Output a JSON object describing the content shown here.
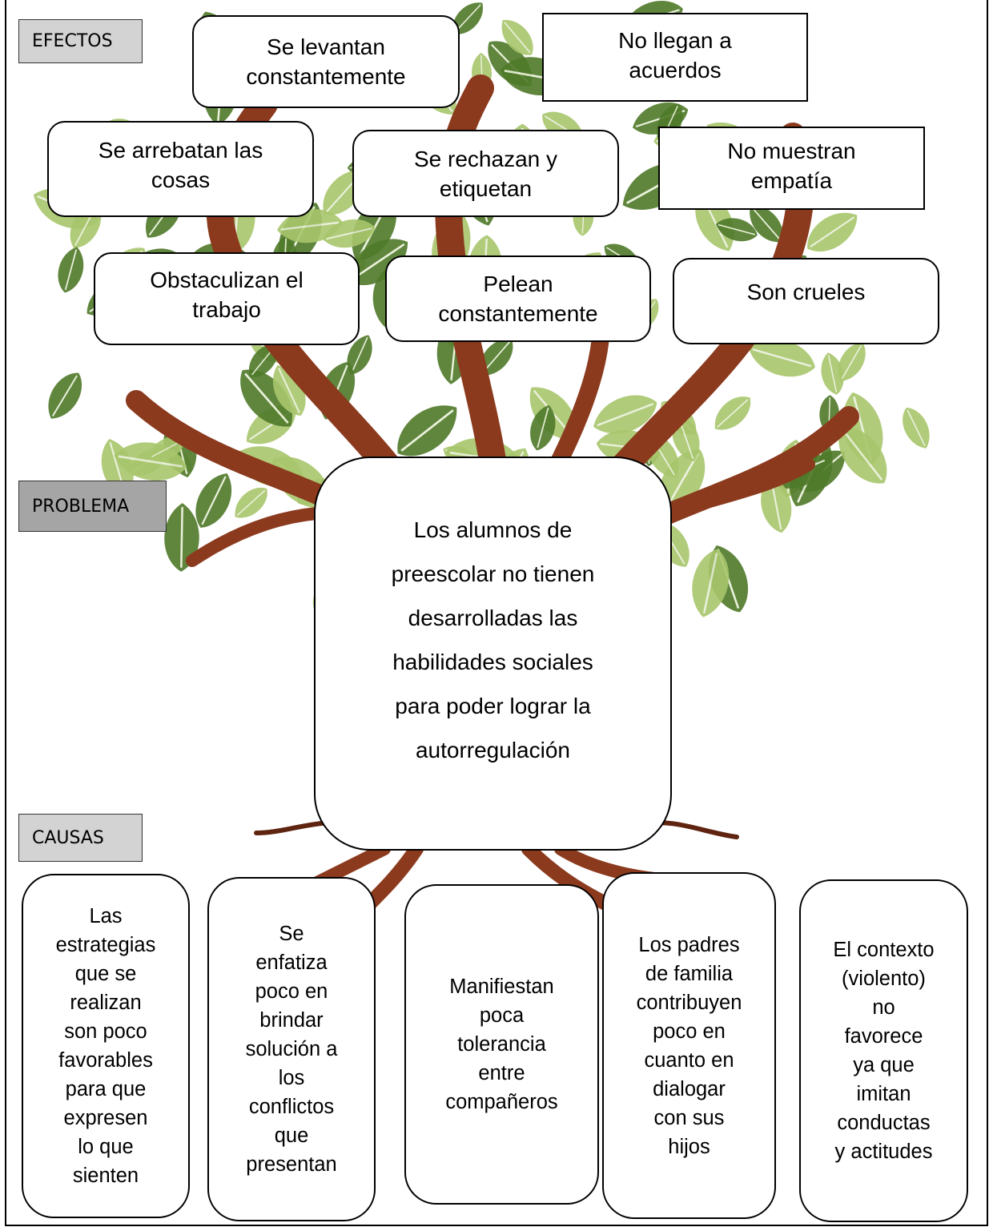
{
  "labels": {
    "efectos": "EFECTOS",
    "problema": "PROBLEMA",
    "causas": "CAUSAS"
  },
  "effects": [
    "Se levantan\nconstantemente",
    "No llegan a\nacuerdos",
    "Se arrebatan las\ncosas",
    "Se rechazan y\netiquetan",
    "No muestran\nempatía",
    "Obstaculizan el\ntrabajo",
    "Pelean\nconstantemente",
    "Son crueles"
  ],
  "problem": "Los alumnos de\npreescolar no tienen\ndesarrolladas las\nhabilidades sociales\npara poder  lograr la\nautorregulación",
  "causes": [
    "Las\nestrategias\nque se\nrealizan\nson poco\nfavorables\npara que\nexpresen\nlo que\nsienten",
    "Se\nenfatiza\npoco en\nbrindar\nsolución a\nlos\nconflictos\nque\npresentan",
    "Manifiestan\npoca\ntolerancia\nentre\ncompañeros",
    "Los padres\nde familia\ncontribuyen\npoco en\ncuanto en\ndialogar\ncon sus\nhijos",
    "El contexto\n(violento)\nno\nfavorece\nya que\nimitan\nconductas\ny actitudes"
  ],
  "colors": {
    "trunk": "#8b3a1e",
    "trunk_dark": "#5e2410",
    "leaf_light": "#a8c66c",
    "leaf_dark": "#4f7a2a",
    "tag_light": "#d3d3d3",
    "tag_dark": "#a5a5a5"
  }
}
